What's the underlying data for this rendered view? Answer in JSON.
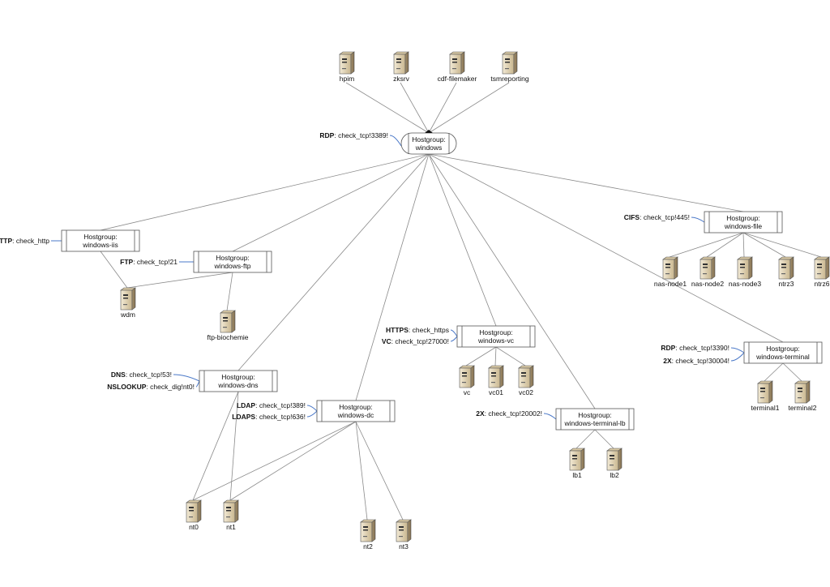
{
  "hostgroups": [
    {
      "id": "windows",
      "line1": "Hostgroup:",
      "line2": "windows",
      "shape": "rounded"
    },
    {
      "id": "windows-iis",
      "line1": "Hostgroup:",
      "line2": "windows-iis"
    },
    {
      "id": "windows-ftp",
      "line1": "Hostgroup:",
      "line2": "windows-ftp"
    },
    {
      "id": "windows-file",
      "line1": "Hostgroup:",
      "line2": "windows-file"
    },
    {
      "id": "windows-dns",
      "line1": "Hostgroup:",
      "line2": "windows-dns"
    },
    {
      "id": "windows-dc",
      "line1": "Hostgroup:",
      "line2": "windows-dc"
    },
    {
      "id": "windows-vc",
      "line1": "Hostgroup:",
      "line2": "windows-vc"
    },
    {
      "id": "windows-terminal-lb",
      "line1": "Hostgroup:",
      "line2": "windows-terminal-lb"
    },
    {
      "id": "windows-terminal",
      "line1": "Hostgroup:",
      "line2": "windows-terminal"
    }
  ],
  "hosts": [
    {
      "id": "hpim",
      "label": "hpim"
    },
    {
      "id": "zksrv",
      "label": "zksrv"
    },
    {
      "id": "cdf-filemaker",
      "label": "cdf-filemaker"
    },
    {
      "id": "tsmreporting",
      "label": "tsmreporting"
    },
    {
      "id": "wdm",
      "label": "wdm"
    },
    {
      "id": "ftp-biochemie",
      "label": "ftp-biochemie"
    },
    {
      "id": "nas-node1",
      "label": "nas-node1"
    },
    {
      "id": "nas-node2",
      "label": "nas-node2"
    },
    {
      "id": "nas-node3",
      "label": "nas-node3"
    },
    {
      "id": "ntrz3",
      "label": "ntrz3"
    },
    {
      "id": "ntrz6",
      "label": "ntrz6"
    },
    {
      "id": "vc",
      "label": "vc"
    },
    {
      "id": "vc01",
      "label": "vc01"
    },
    {
      "id": "vc02",
      "label": "vc02"
    },
    {
      "id": "terminal1",
      "label": "terminal1"
    },
    {
      "id": "terminal2",
      "label": "terminal2"
    },
    {
      "id": "lb1",
      "label": "lb1"
    },
    {
      "id": "lb2",
      "label": "lb2"
    },
    {
      "id": "nt0",
      "label": "nt0"
    },
    {
      "id": "nt1",
      "label": "nt1"
    },
    {
      "id": "nt2",
      "label": "nt2"
    },
    {
      "id": "nt3",
      "label": "nt3"
    }
  ],
  "services": [
    {
      "id": "svc-rdp-windows",
      "name": "RDP",
      "check": ": check_tcp!3389!"
    },
    {
      "id": "svc-http",
      "name": "HTTP",
      "check": ": check_http"
    },
    {
      "id": "svc-ftp",
      "name": "FTP",
      "check": ": check_tcp!21"
    },
    {
      "id": "svc-cifs",
      "name": "CIFS",
      "check": ": check_tcp!445!"
    },
    {
      "id": "svc-https",
      "name": "HTTPS",
      "check": ": check_https"
    },
    {
      "id": "svc-vc",
      "name": "VC",
      "check": ": check_tcp!27000!"
    },
    {
      "id": "svc-dns",
      "name": "DNS",
      "check": ": check_tcp!53!"
    },
    {
      "id": "svc-nslookup",
      "name": "NSLOOKUP",
      "check": ": check_dig!nt0!"
    },
    {
      "id": "svc-ldap",
      "name": "LDAP",
      "check": ": check_tcp!389!"
    },
    {
      "id": "svc-ldaps",
      "name": "LDAPS",
      "check": ": check_tcp!636!"
    },
    {
      "id": "svc-2x-lb",
      "name": "2X",
      "check": ": check_tcp!20002!"
    },
    {
      "id": "svc-rdp-terminal",
      "name": "RDP",
      "check": ": check_tcp!3390!"
    },
    {
      "id": "svc-2x-terminal",
      "name": "2X",
      "check": ": check_tcp!30004!"
    }
  ],
  "edges": [
    [
      "hpim",
      "windows"
    ],
    [
      "zksrv",
      "windows"
    ],
    [
      "cdf-filemaker",
      "windows"
    ],
    [
      "tsmreporting",
      "windows"
    ],
    [
      "windows",
      "windows-iis"
    ],
    [
      "windows",
      "windows-ftp"
    ],
    [
      "windows",
      "windows-dns"
    ],
    [
      "windows",
      "windows-dc"
    ],
    [
      "windows",
      "windows-vc"
    ],
    [
      "windows",
      "windows-terminal-lb"
    ],
    [
      "windows",
      "windows-file"
    ],
    [
      "windows",
      "windows-terminal"
    ],
    [
      "windows-iis",
      "wdm"
    ],
    [
      "windows-ftp",
      "wdm"
    ],
    [
      "windows-ftp",
      "ftp-biochemie"
    ],
    [
      "windows-file",
      "nas-node1"
    ],
    [
      "windows-file",
      "nas-node2"
    ],
    [
      "windows-file",
      "nas-node3"
    ],
    [
      "windows-file",
      "ntrz3"
    ],
    [
      "windows-file",
      "ntrz6"
    ],
    [
      "windows-vc",
      "vc"
    ],
    [
      "windows-vc",
      "vc01"
    ],
    [
      "windows-vc",
      "vc02"
    ],
    [
      "windows-terminal",
      "terminal1"
    ],
    [
      "windows-terminal",
      "terminal2"
    ],
    [
      "windows-terminal-lb",
      "lb1"
    ],
    [
      "windows-terminal-lb",
      "lb2"
    ],
    [
      "windows-dns",
      "nt0"
    ],
    [
      "windows-dns",
      "nt1"
    ],
    [
      "windows-dc",
      "nt0"
    ],
    [
      "windows-dc",
      "nt1"
    ],
    [
      "windows-dc",
      "nt2"
    ],
    [
      "windows-dc",
      "nt3"
    ]
  ],
  "colors": {
    "edge": "#8a8a8a",
    "service_link": "#4a78c8",
    "server_body": "#e8dcc0",
    "server_shadow": "#a89470"
  }
}
